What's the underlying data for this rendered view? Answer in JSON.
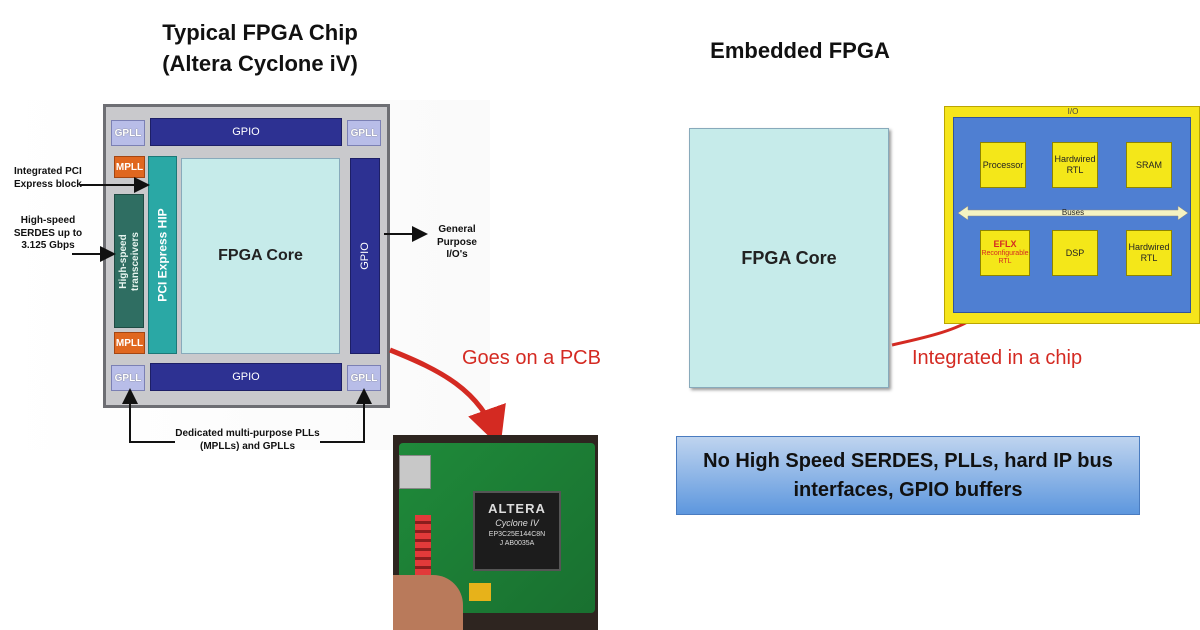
{
  "left_title": {
    "line1": "Typical FPGA Chip",
    "line2": "(Altera Cyclone iV)"
  },
  "right_title": "Embedded FPGA",
  "chip": {
    "gpll": "GPLL",
    "mpll": "MPLL",
    "gpio": "GPIO",
    "transceivers": "High-speed transceivers",
    "pci_hip": "PCI Express HIP",
    "core": "FPGA Core"
  },
  "callouts": {
    "pci_block": "Integrated PCI Express block",
    "serdes": "High-speed SERDES up to 3.125 Gbps",
    "general_io": "General Purpose I/O's",
    "dedicated_plls": "Dedicated multi-purpose PLLs (MPLLs) and GPLLs"
  },
  "goes_on_pcb": "Goes on a PCB",
  "pcb_photo": {
    "brand": "ALTERA",
    "family": "Cyclone IV",
    "part_line1": "EP3C25E144C8N",
    "part_line2": "J AB0035A"
  },
  "efpga_core": "FPGA Core",
  "soc": {
    "io_label": "I/O",
    "processor": "Processor",
    "hardwired_rtl_top": "Hardwired RTL",
    "sram": "SRAM",
    "buses": "Buses",
    "eflx_title": "EFLX",
    "eflx_sub": "Reconfigurable RTL",
    "dsp": "DSP",
    "hardwired_rtl_bottom": "Hardwired RTL"
  },
  "integrated_in_chip": "Integrated in a chip",
  "note": {
    "line1": "No High Speed SERDES, PLLs, hard IP bus",
    "line2": "interfaces, GPIO buffers"
  },
  "colors": {
    "arrow_red": "#d42a22",
    "gpio_blue": "#2d3192",
    "mpll_orange": "#e0671f",
    "core_cyan": "#c6ebea",
    "pci_teal": "#2aa8a5",
    "transceiver_green": "#2f6e62",
    "soc_yellow": "#f5e51b",
    "soc_blue": "#4f7fd2"
  }
}
